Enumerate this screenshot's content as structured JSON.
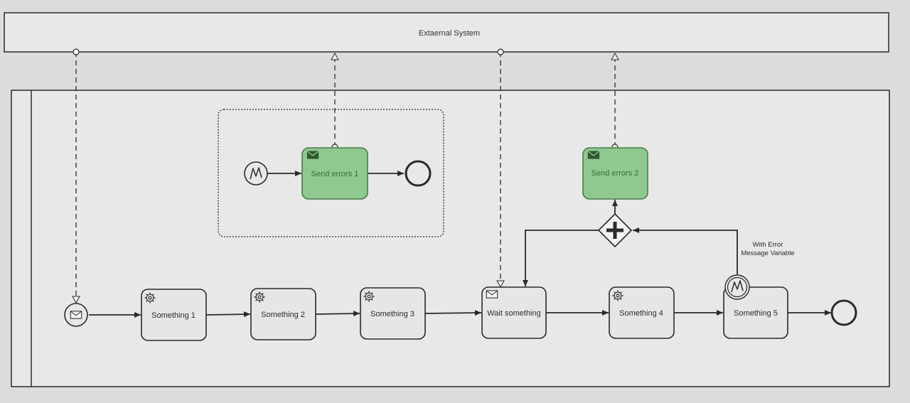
{
  "pools": {
    "external": {
      "title": "Extaernal System"
    }
  },
  "tasks": {
    "something_1": "Something 1",
    "something_2": "Something 2",
    "something_3": "Something 3",
    "wait_something": "Wait something",
    "something_4": "Something 4",
    "something_5": "Something 5",
    "send_errors_1": "Send errors 1",
    "send_errors_2": "Send errors 2"
  },
  "annotations": {
    "error_line_1": "With Error",
    "error_line_2": "Message Variable"
  },
  "colors": {
    "background": "#dcdcdc",
    "pool_fill": "#e8e8e8",
    "task_fill": "#e6e6e6",
    "send_task_fill": "#8fc98f",
    "send_task_stroke": "#4a7a4a",
    "stroke": "#2a2a2a"
  },
  "icons": {
    "start_event": "envelope-icon",
    "service_task": "gear-icon",
    "receive_task": "envelope-icon",
    "send_task": "envelope-filled-icon",
    "error_event": "lightning-icon",
    "gateway": "plus-icon"
  }
}
